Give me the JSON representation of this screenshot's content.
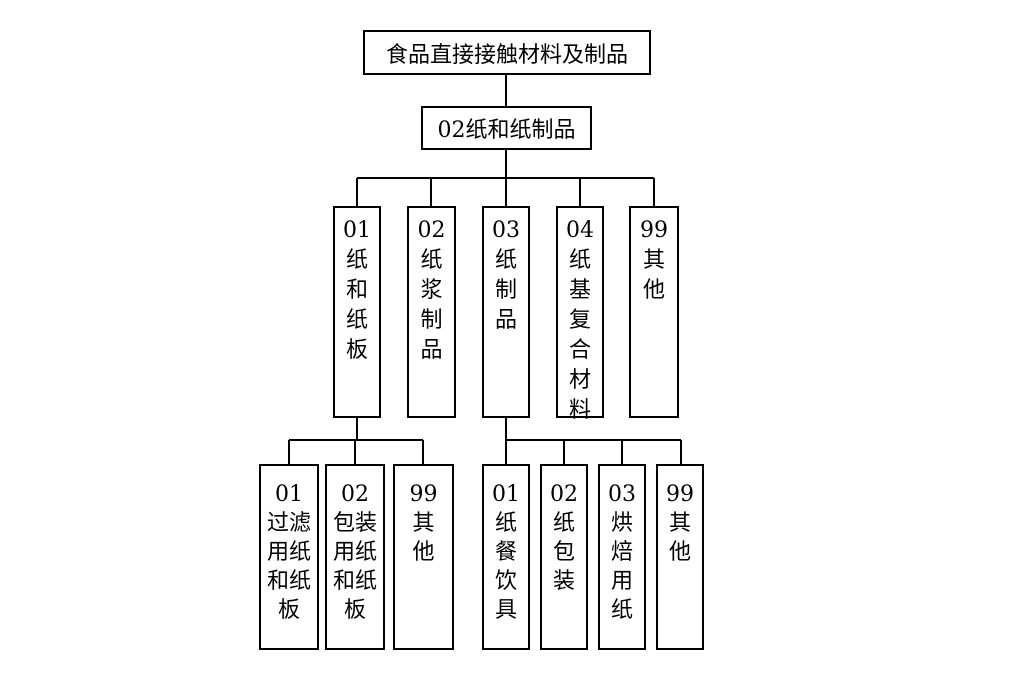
{
  "diagram": {
    "root": {
      "label": "食品直接接触材料及制品"
    },
    "level1": {
      "label": "02纸和纸制品"
    },
    "level2": [
      {
        "id": "n-01",
        "code": "01",
        "name": "纸\n和\n纸\n板"
      },
      {
        "id": "n-02",
        "code": "02",
        "name": "纸\n浆\n制\n品"
      },
      {
        "id": "n-03",
        "code": "03",
        "name": "纸\n制\n品"
      },
      {
        "id": "n-04",
        "code": "04",
        "name": "纸\n基\n复\n合\n材\n料"
      },
      {
        "id": "n-99",
        "code": "99",
        "name": "其\n他"
      }
    ],
    "level3_under_01": [
      {
        "code": "01",
        "name": "过滤\n用纸\n和纸\n板"
      },
      {
        "code": "02",
        "name": "包装\n用纸\n和纸\n板"
      },
      {
        "code": "99",
        "name": "其\n他"
      }
    ],
    "level3_under_03": [
      {
        "code": "01",
        "name": "纸\n餐\n饮\n具"
      },
      {
        "code": "02",
        "name": "纸\n包\n装"
      },
      {
        "code": "03",
        "name": "烘\n焙\n用\n纸"
      },
      {
        "code": "99",
        "name": "其\n他"
      }
    ]
  }
}
